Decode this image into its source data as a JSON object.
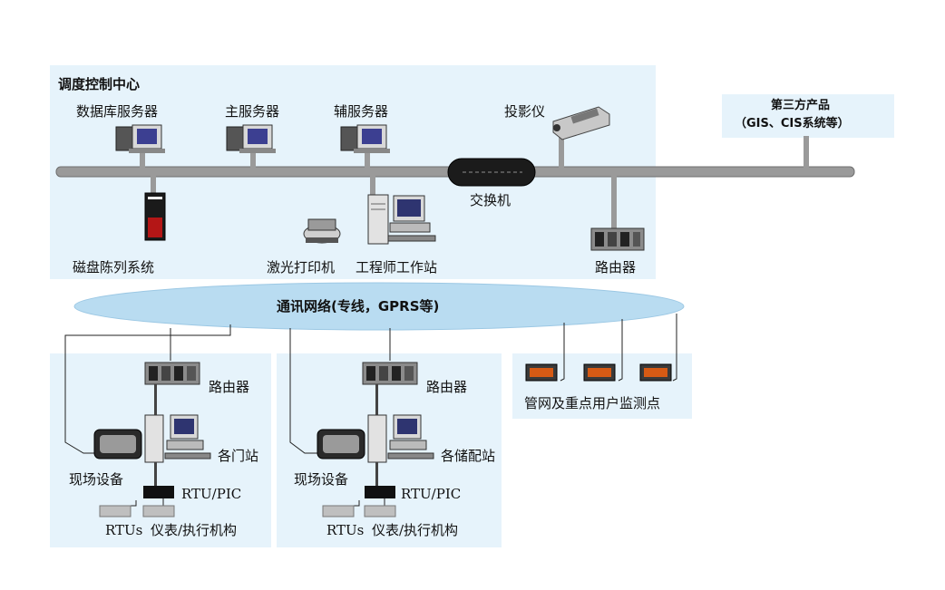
{
  "control_center": {
    "title": "调度控制中心",
    "db_server": "数据库服务器",
    "main_server": "主服务器",
    "aux_server": "辅服务器",
    "projector": "投影仪",
    "switch": "交换机",
    "disk_array": "磁盘陈列系统",
    "laser_printer": "激光打印机",
    "workstation": "工程师工作站",
    "router": "路由器"
  },
  "third_party": {
    "line1": "第三方产品",
    "line2": "（GIS、CIS系统等）"
  },
  "network": {
    "label": "通讯网络(专线，GPRS等)"
  },
  "station_gate": {
    "router": "路由器",
    "station": "各门站",
    "field": "现场设备",
    "rtu": "RTU/PIC",
    "rtus": "RTUs",
    "instruments": "仪表/执行机构"
  },
  "station_storage": {
    "router": "路由器",
    "station": "各储配站",
    "field": "现场设备",
    "rtu": "RTU/PIC",
    "rtus": "RTUs",
    "instruments": "仪表/执行机构"
  },
  "monitor": {
    "label": "管网及重点用户监测点"
  },
  "colors": {
    "panel": "#e6f3fb",
    "bus": "#9a9a9a",
    "ellipse": "#b9dcf1"
  }
}
